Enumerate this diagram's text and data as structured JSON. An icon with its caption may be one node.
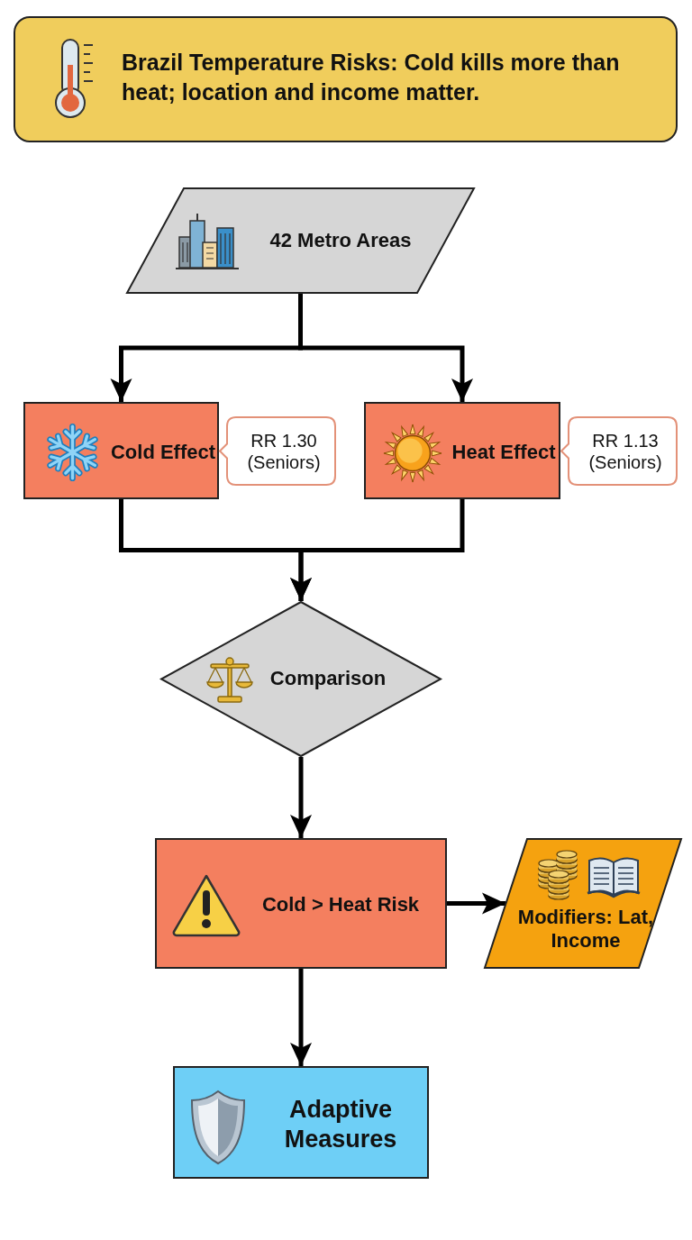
{
  "diagram": {
    "title": "Brazil Temperature Risks: Cold kills more than heat; location and income matter.",
    "nodes": [
      {
        "text": [
          "42 Metro Areas"
        ]
      },
      {
        "text": [
          "Cold Effect"
        ]
      },
      {
        "text": [
          "RR 1.30 (Seniors)"
        ]
      },
      {
        "text": [
          "Heat Effect"
        ]
      },
      {
        "text": [
          "RR 1.13 (Seniors)"
        ]
      },
      {
        "text": [
          "Comparison"
        ]
      },
      {
        "text": [
          "Cold > Heat Risk"
        ]
      },
      {
        "text": [
          "Modifiers: Lat, Income"
        ]
      },
      {
        "text": [
          "Adaptive Measures"
        ]
      }
    ],
    "edges": [
      {
        "from": 0,
        "to": 1,
        "arrow": "to"
      },
      {
        "from": 0,
        "to": 3,
        "arrow": "to"
      },
      {
        "from": 1,
        "to": 5,
        "arrow": "to"
      },
      {
        "from": 3,
        "to": 5,
        "arrow": "to"
      },
      {
        "from": 5,
        "to": 6,
        "arrow": "to"
      },
      {
        "from": 6,
        "to": 7,
        "arrow": "to"
      },
      {
        "from": 6,
        "to": 8,
        "arrow": "to"
      }
    ]
  }
}
